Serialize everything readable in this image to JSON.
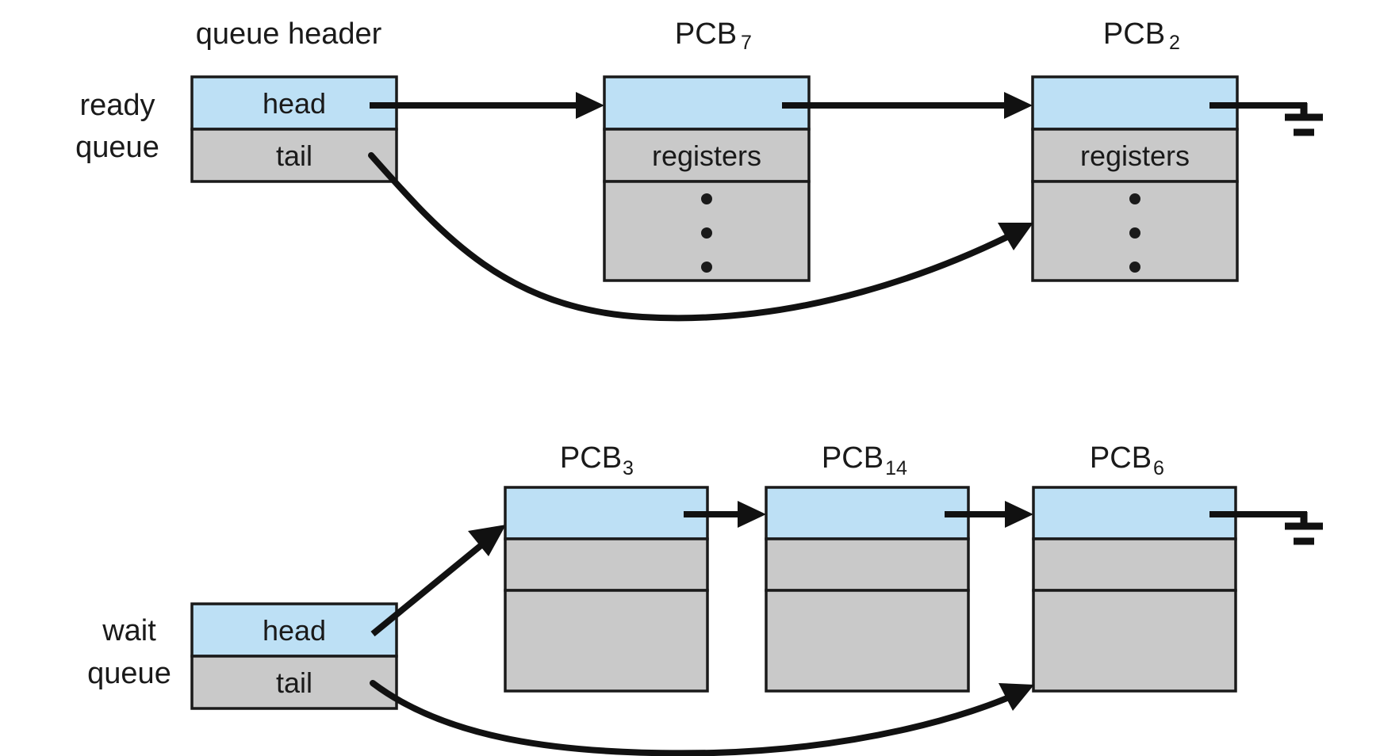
{
  "figure": {
    "title": "Process Control Block queue linked-list diagram",
    "colors": {
      "head_cell_fill": "#bde0f5",
      "body_cell_fill": "#c9c9c9",
      "stroke": "#1a1a1a",
      "line": "#111111",
      "background": "#ffffff"
    }
  },
  "top_section": {
    "side_label_line1": "ready",
    "side_label_line2": "queue",
    "header_title": "queue header",
    "header_cells": {
      "head": "head",
      "tail": "tail"
    },
    "nodes": [
      {
        "label_main": "PCB",
        "label_sub": "7",
        "cells": [
          "",
          "registers",
          "• • •"
        ]
      },
      {
        "label_main": "PCB",
        "label_sub": "2",
        "cells": [
          "",
          "registers",
          "• • •"
        ]
      }
    ],
    "terminator": "ground-symbol"
  },
  "bottom_section": {
    "side_label_line1": "wait",
    "side_label_line2": "queue",
    "header_cells": {
      "head": "head",
      "tail": "tail"
    },
    "nodes": [
      {
        "label_main": "PCB",
        "label_sub": "3",
        "cells": [
          "",
          "",
          ""
        ]
      },
      {
        "label_main": "PCB",
        "label_sub": "14",
        "cells": [
          "",
          "",
          ""
        ]
      },
      {
        "label_main": "PCB",
        "label_sub": "6",
        "cells": [
          "",
          "",
          ""
        ]
      }
    ],
    "terminator": "ground-symbol"
  }
}
